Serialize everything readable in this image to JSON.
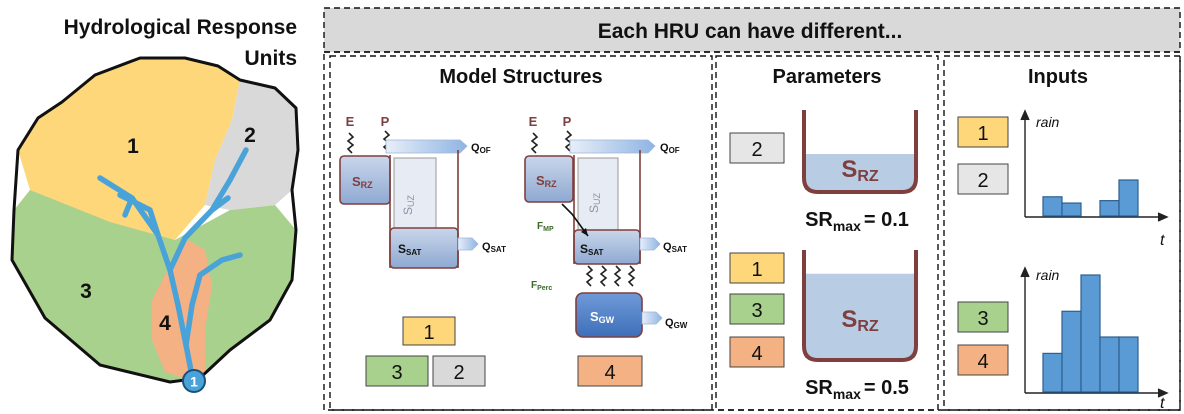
{
  "catchment": {
    "title_line1": "Hydrological Response",
    "title_line2": "Units",
    "hrus": [
      {
        "id": "1",
        "color": "#fdd77a"
      },
      {
        "id": "2",
        "color": "#d9d9d9"
      },
      {
        "id": "3",
        "color": "#a9d18e"
      },
      {
        "id": "4",
        "color": "#f4b183"
      }
    ],
    "outlet": "1",
    "river_color": "#4aa3d8"
  },
  "banner": {
    "text": "Each HRU can have different..."
  },
  "panels": {
    "structures": {
      "title": "Model Structures",
      "model_a": {
        "e": "E",
        "p": "P",
        "s_rz": "S",
        "s_rz_sub": "RZ",
        "s_uz": "S",
        "s_uz_sub": "UZ",
        "s_sat": "S",
        "s_sat_sub": "SAT",
        "q_of": "Q",
        "q_of_sub": "OF",
        "q_sat": "Q",
        "q_sat_sub": "SAT",
        "hrus": [
          "1",
          "3",
          "2"
        ]
      },
      "model_b": {
        "e": "E",
        "p": "P",
        "s_rz": "S",
        "s_rz_sub": "RZ",
        "s_uz": "S",
        "s_uz_sub": "UZ",
        "s_sat": "S",
        "s_sat_sub": "SAT",
        "s_gw": "S",
        "s_gw_sub": "GW",
        "f_mp": "F",
        "f_mp_sub": "MP",
        "f_perc": "F",
        "f_perc_sub": "Perc",
        "q_of": "Q",
        "q_of_sub": "OF",
        "q_sat": "Q",
        "q_sat_sub": "SAT",
        "q_gw": "Q",
        "q_gw_sub": "GW",
        "hrus": [
          "4"
        ]
      }
    },
    "parameters": {
      "title": "Parameters",
      "top": {
        "hrus": [
          "2"
        ],
        "s": "S",
        "s_sub": "RZ",
        "label": "SR",
        "label_sub": "max",
        "value": "= 0.1",
        "fill": 0.45
      },
      "bottom": {
        "hrus": [
          "1",
          "3",
          "4"
        ],
        "s": "S",
        "s_sub": "RZ",
        "label": "SR",
        "label_sub": "max",
        "value": "= 0.5",
        "fill": 0.78
      }
    },
    "inputs": {
      "title": "Inputs",
      "top": {
        "hrus": [
          "1",
          "2"
        ],
        "ylabel": "rain",
        "xlabel": "t",
        "values": [
          0.4,
          0.27,
          0,
          0.32,
          0.75
        ]
      },
      "bottom": {
        "hrus": [
          "3",
          "4"
        ],
        "ylabel": "rain",
        "xlabel": "t",
        "values": [
          0.33,
          0.69,
          1.0,
          0.47,
          0.47
        ]
      }
    }
  }
}
